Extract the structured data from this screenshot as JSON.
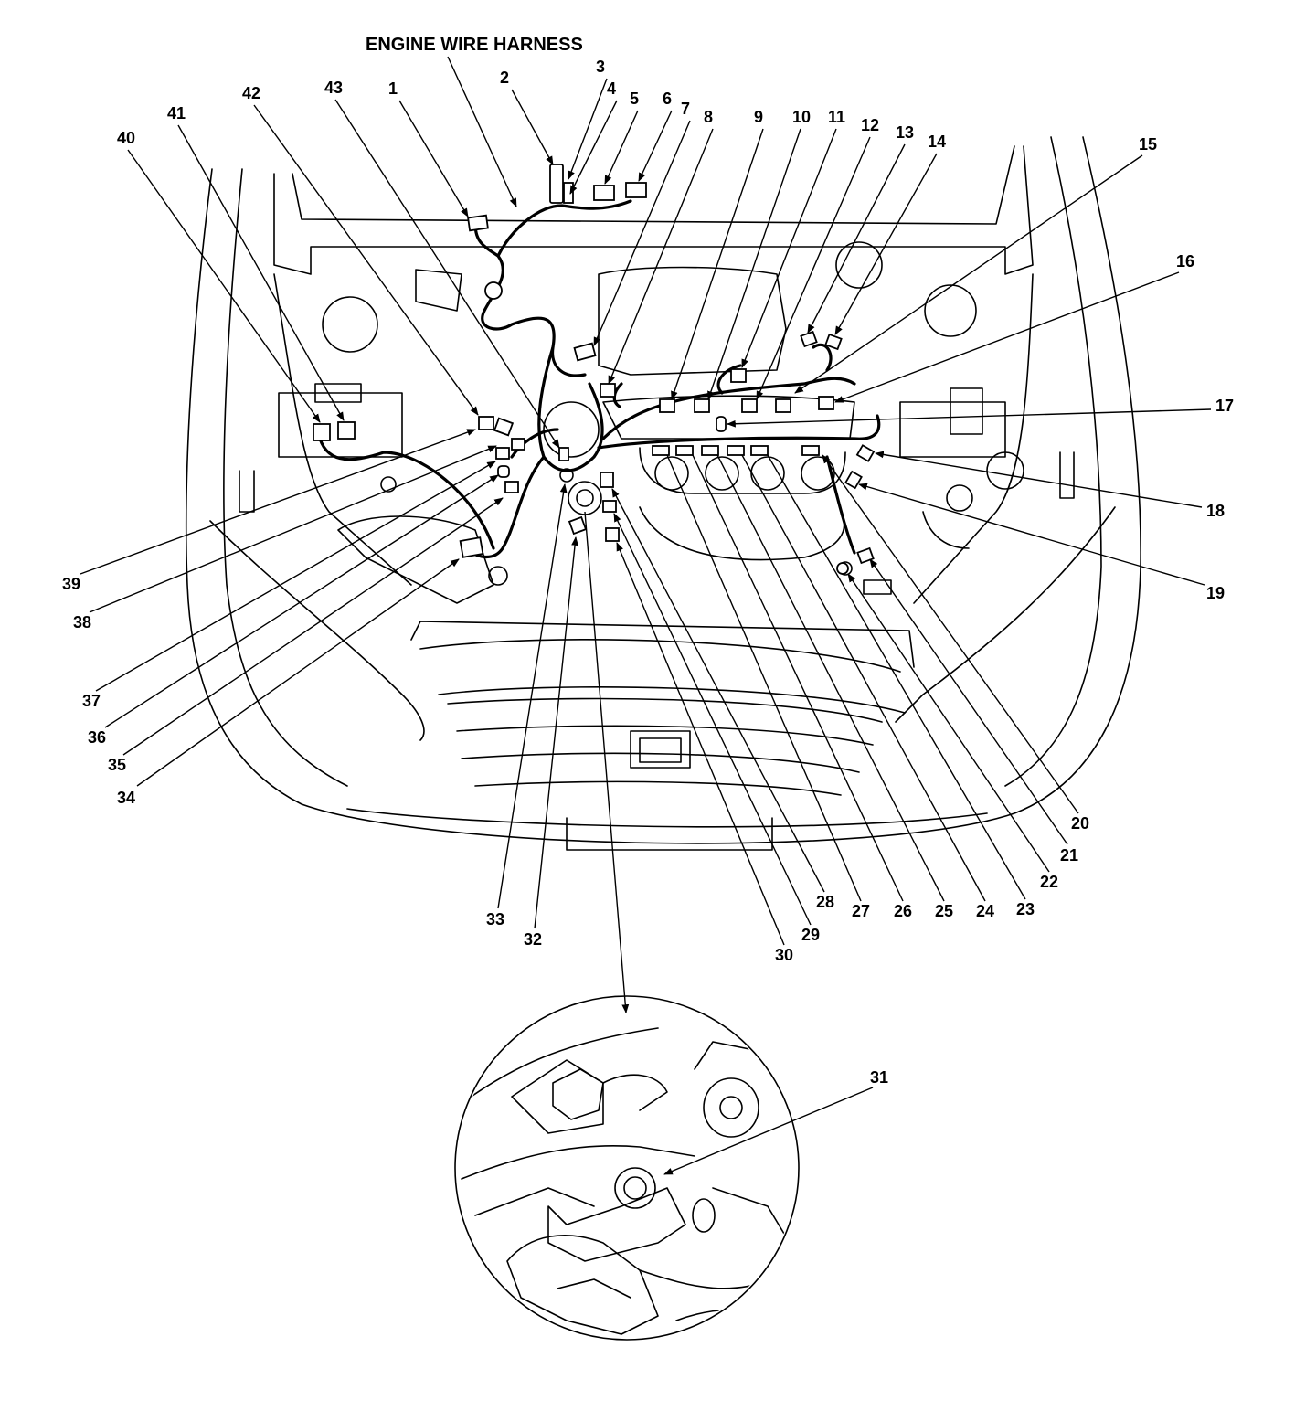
{
  "diagram": {
    "title": "ENGINE WIRE HARNESS",
    "callouts": [
      {
        "id": "1",
        "label": "1"
      },
      {
        "id": "2",
        "label": "2"
      },
      {
        "id": "3",
        "label": "3"
      },
      {
        "id": "4",
        "label": "4"
      },
      {
        "id": "5",
        "label": "5"
      },
      {
        "id": "6",
        "label": "6"
      },
      {
        "id": "7",
        "label": "7"
      },
      {
        "id": "8",
        "label": "8"
      },
      {
        "id": "9",
        "label": "9"
      },
      {
        "id": "10",
        "label": "10"
      },
      {
        "id": "11",
        "label": "11"
      },
      {
        "id": "12",
        "label": "12"
      },
      {
        "id": "13",
        "label": "13"
      },
      {
        "id": "14",
        "label": "14"
      },
      {
        "id": "15",
        "label": "15"
      },
      {
        "id": "16",
        "label": "16"
      },
      {
        "id": "17",
        "label": "17"
      },
      {
        "id": "18",
        "label": "18"
      },
      {
        "id": "19",
        "label": "19"
      },
      {
        "id": "20",
        "label": "20"
      },
      {
        "id": "21",
        "label": "21"
      },
      {
        "id": "22",
        "label": "22"
      },
      {
        "id": "23",
        "label": "23"
      },
      {
        "id": "24",
        "label": "24"
      },
      {
        "id": "25",
        "label": "25"
      },
      {
        "id": "26",
        "label": "26"
      },
      {
        "id": "27",
        "label": "27"
      },
      {
        "id": "28",
        "label": "28"
      },
      {
        "id": "29",
        "label": "29"
      },
      {
        "id": "30",
        "label": "30"
      },
      {
        "id": "31",
        "label": "31"
      },
      {
        "id": "32",
        "label": "32"
      },
      {
        "id": "33",
        "label": "33"
      },
      {
        "id": "34",
        "label": "34"
      },
      {
        "id": "35",
        "label": "35"
      },
      {
        "id": "36",
        "label": "36"
      },
      {
        "id": "37",
        "label": "37"
      },
      {
        "id": "38",
        "label": "38"
      },
      {
        "id": "39",
        "label": "39"
      },
      {
        "id": "40",
        "label": "40"
      },
      {
        "id": "41",
        "label": "41"
      },
      {
        "id": "42",
        "label": "42"
      },
      {
        "id": "43",
        "label": "43"
      }
    ]
  }
}
